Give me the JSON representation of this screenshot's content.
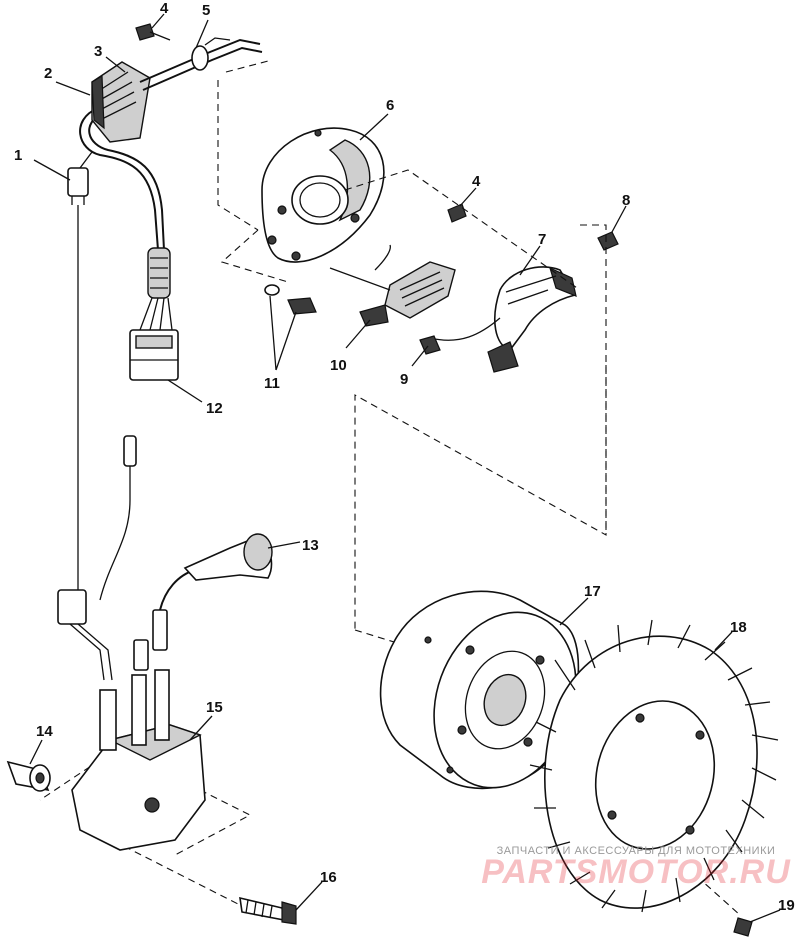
{
  "callouts": {
    "c1": "1",
    "c2": "2",
    "c3": "3",
    "c4a": "4",
    "c4b": "4",
    "c5": "5",
    "c6": "6",
    "c7": "7",
    "c8": "8",
    "c9": "9",
    "c10": "10",
    "c11": "11",
    "c12": "12",
    "c13": "13",
    "c14": "14",
    "c15": "15",
    "c16": "16",
    "c17": "17",
    "c18": "18",
    "c19": "19"
  },
  "watermark": {
    "small": "ЗАПЧАСТИ И АКСЕССУАРЫ ДЛЯ МОТОТЕХНИКИ",
    "big": "PARTSMOTOR.RU"
  }
}
